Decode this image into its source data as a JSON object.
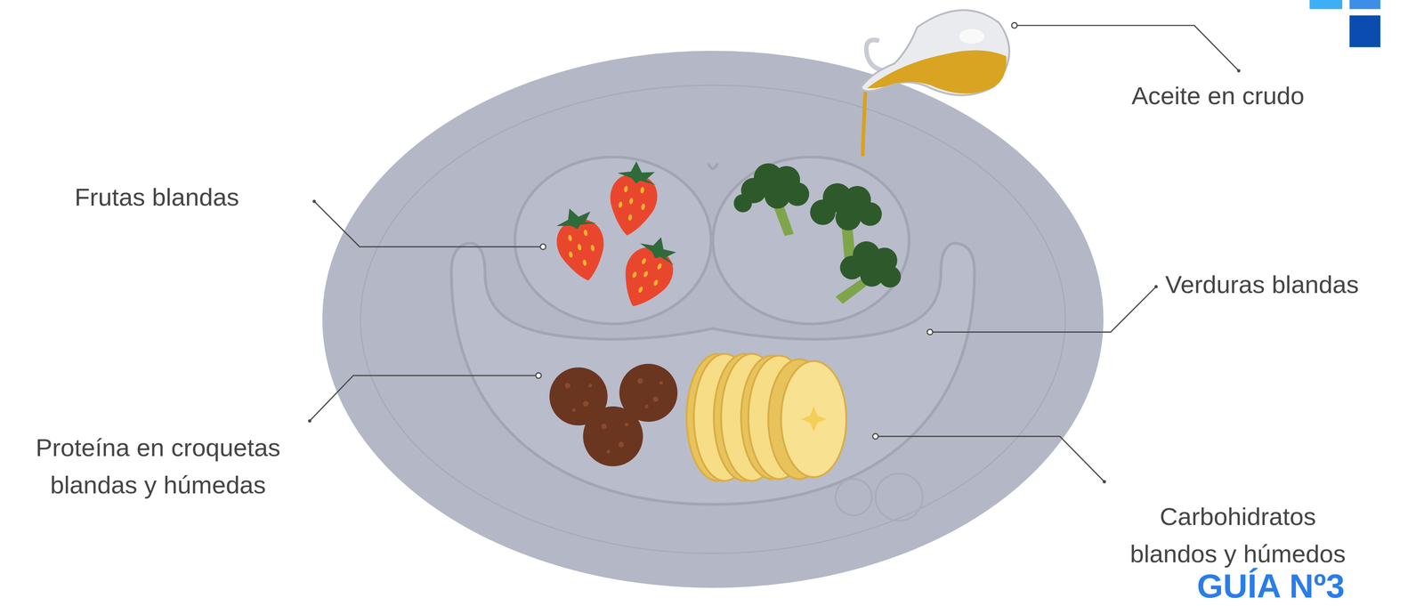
{
  "diagram": {
    "labels": [
      "Aceite en crudo",
      "Frutas blandas",
      "Verduras blandas",
      "Proteína en croquetas blandas y húmedas",
      "Carbohidratos blandos y húmedos",
      "GUÍA Nº3"
    ]
  }
}
